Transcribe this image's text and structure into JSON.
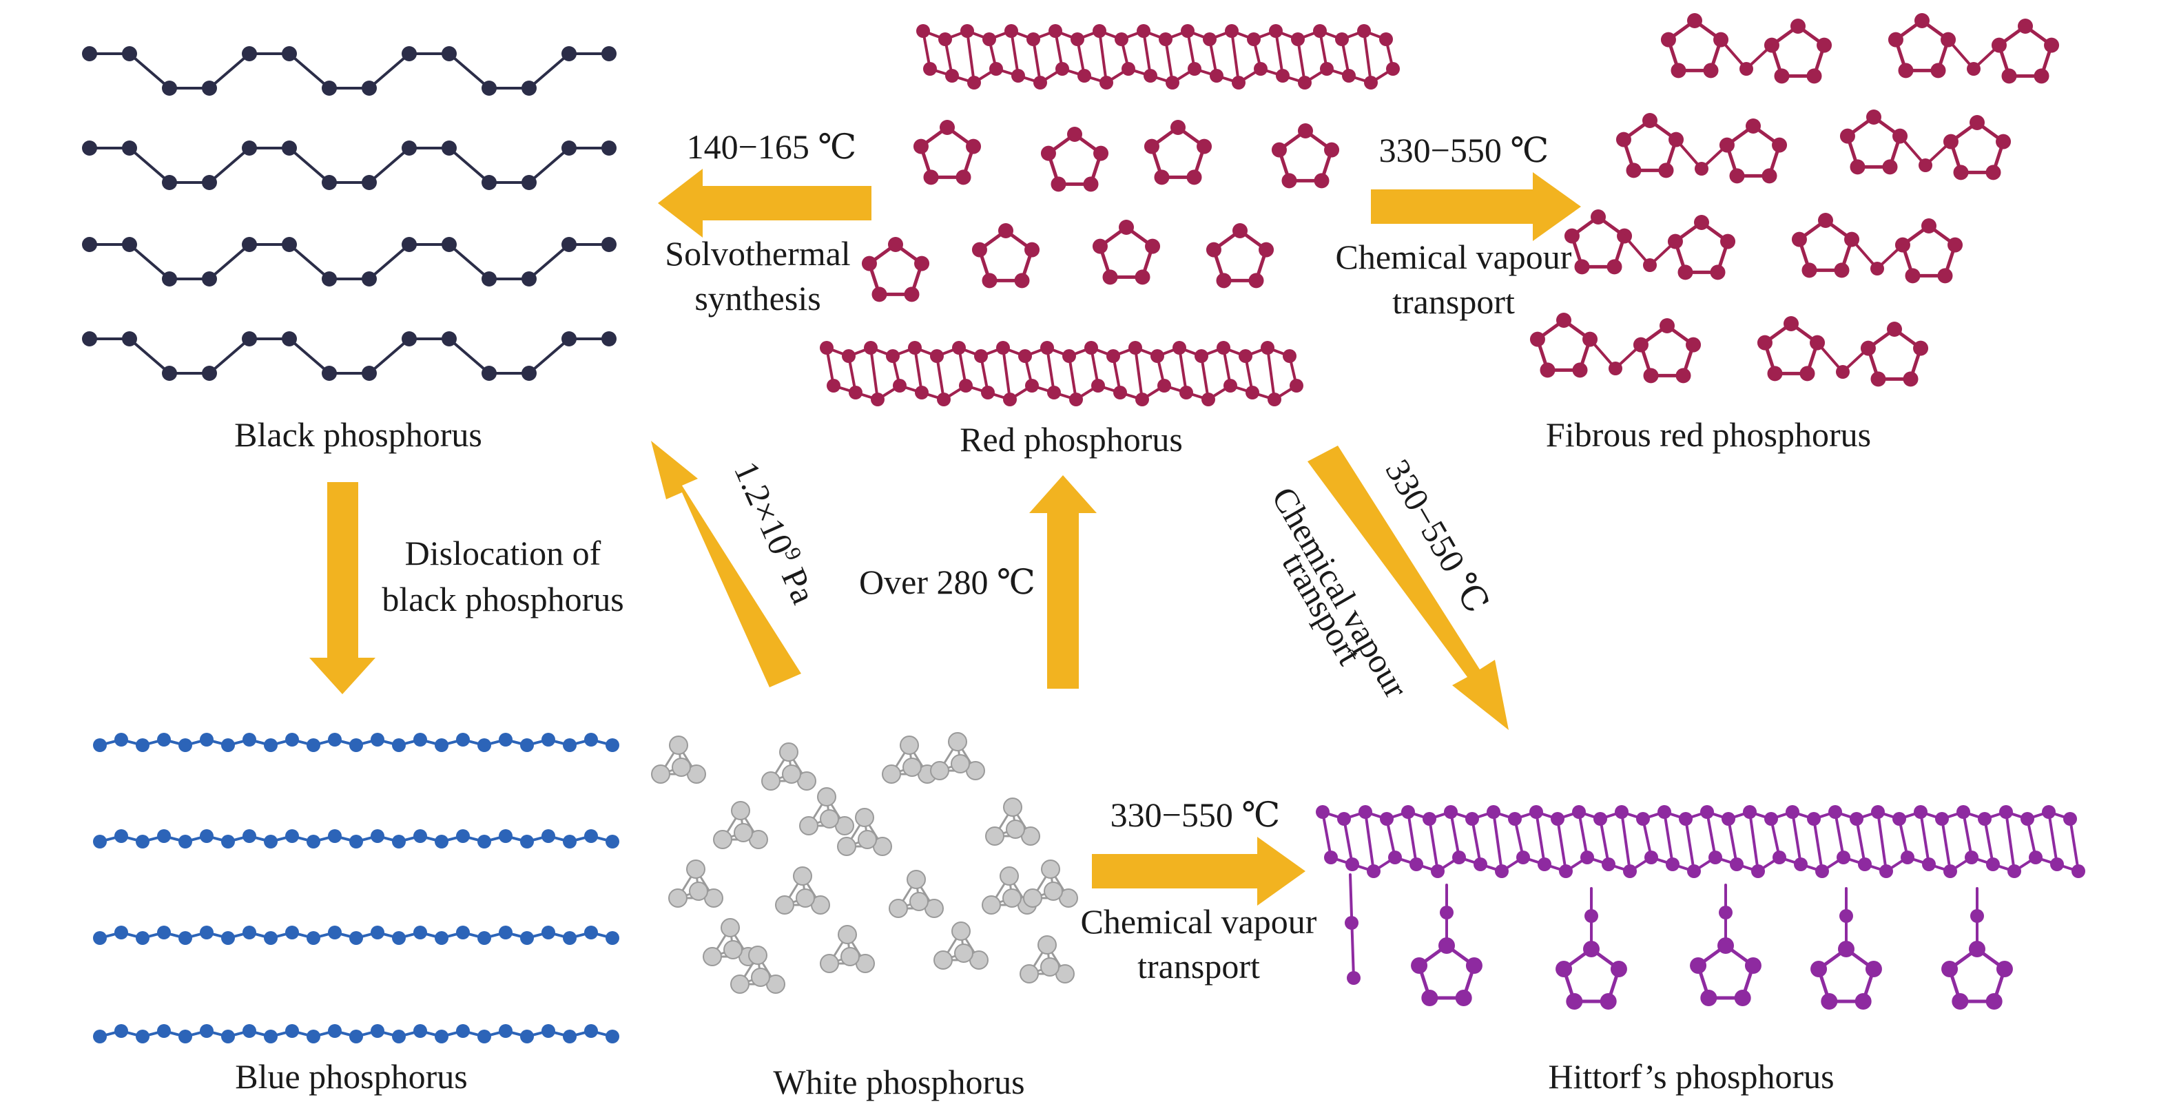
{
  "colors": {
    "arrow": "#f2b320",
    "black_phosphorus": "#2b2d48",
    "red_phosphorus": "#a0214f",
    "blue_phosphorus": "#2c64b8",
    "white_phosphorus": "#c9c9c9",
    "hittorf_phosphorus": "#8e2aa0"
  },
  "captions": {
    "black": "Black phosphorus",
    "red": "Red phosphorus",
    "fibrous": "Fibrous red phosphorus",
    "blue": "Blue phosphorus",
    "white": "White phosphorus",
    "hittorf": "Hittorf’s phosphorus"
  },
  "arrows": {
    "red_to_black": {
      "temp": "140−165 ℃",
      "line1": "Solvothermal",
      "line2": "synthesis"
    },
    "red_to_fibrous": {
      "temp": "330−550 ℃",
      "line1": "Chemical vapour",
      "line2": "transport"
    },
    "black_to_blue": {
      "line1": "Dislocation of",
      "line2": "black phosphorus"
    },
    "white_to_black": {
      "pressure": "1.2×10",
      "exponent": "9",
      "unit": " Pa"
    },
    "white_to_red": {
      "temp": "Over 280 ℃"
    },
    "red_to_hittorf": {
      "temp": "330−550 ℃",
      "line1": "Chemical vapour",
      "line2": "transport"
    },
    "white_to_hittorf": {
      "temp": "330−550 ℃",
      "line1": "Chemical vapour",
      "line2": "transport"
    }
  }
}
